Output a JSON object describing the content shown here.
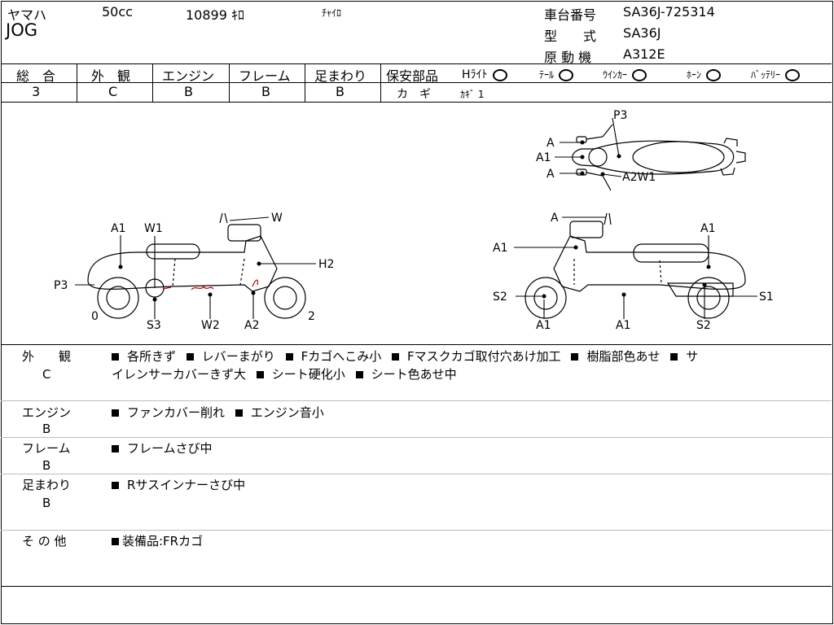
{
  "header": {
    "maker": "ヤマハ",
    "displacement": "50cc",
    "mileage": "10899 ｷﾛ",
    "color": "ﾁｬｲﾛ",
    "model_name": "JOG",
    "frame_no_label": "車台番号",
    "frame_no": "SA36J-725314",
    "type_label": "型　　式",
    "type": "SA36J",
    "engine_label": "原 動 機",
    "engine": "A312E"
  },
  "grades": {
    "overall_label": "総　合",
    "overall": "3",
    "exterior_label": "外　観",
    "exterior": "C",
    "engine_label": "エンジン",
    "engine": "B",
    "frame_label": "フレーム",
    "frame": "B",
    "suspension_label": "足まわり",
    "suspension": "B"
  },
  "safety": {
    "label": "保安部品",
    "headlight": "Hﾗｲﾄ",
    "tail": "ﾃｰﾙ",
    "winker": "ｳｲﾝｶｰ",
    "horn": "ﾎｰﾝ",
    "battery": "ﾊﾞｯﾃﾘｰ",
    "key_label": "カ　ギ",
    "key": "ｶｷﾞ 1"
  },
  "diagram_labels": {
    "top_p3": "P3",
    "top_a1": "A",
    "top_a2": "A1",
    "top_a3": "A",
    "top_a2w1": "A2W1",
    "left_a1": "A1",
    "left_w1": "W1",
    "left_w": "W",
    "left_h2": "H2",
    "left_p3": "P3",
    "left_0": "0",
    "left_s3": "S3",
    "left_w2": "W2",
    "left_a2": "A2",
    "left_2": "2",
    "right_a": "A",
    "right_a1_top": "A1",
    "right_a1_left": "A1",
    "right_s2_left": "S2",
    "right_a1_bl": "A1",
    "right_a1_bm": "A1",
    "right_s1": "S1",
    "right_s2_right": "S2"
  },
  "remarks": {
    "exterior_label": "外　　観",
    "exterior_grade": "C",
    "exterior_items": [
      "各所きず",
      "レバーまがり",
      "Fカゴへこみ小",
      "Fマスクカゴ取付穴あけ加工",
      "樹脂部色あせ",
      "サ"
    ],
    "exterior_items2": [
      "イレンサーカバーきず大",
      "シート硬化小",
      "シート色あせ中"
    ],
    "engine_label": "エンジン",
    "engine_grade": "B",
    "engine_items": [
      "ファンカバー削れ",
      "エンジン音小"
    ],
    "frame_label": "フレーム",
    "frame_grade": "B",
    "frame_items": [
      "フレームさび中"
    ],
    "suspension_label": "足まわり",
    "suspension_grade": "B",
    "suspension_items": [
      "Rサスインナーさび中"
    ],
    "other_label": "そ の 他",
    "other_items": [
      "装備品:FRカゴ"
    ]
  }
}
